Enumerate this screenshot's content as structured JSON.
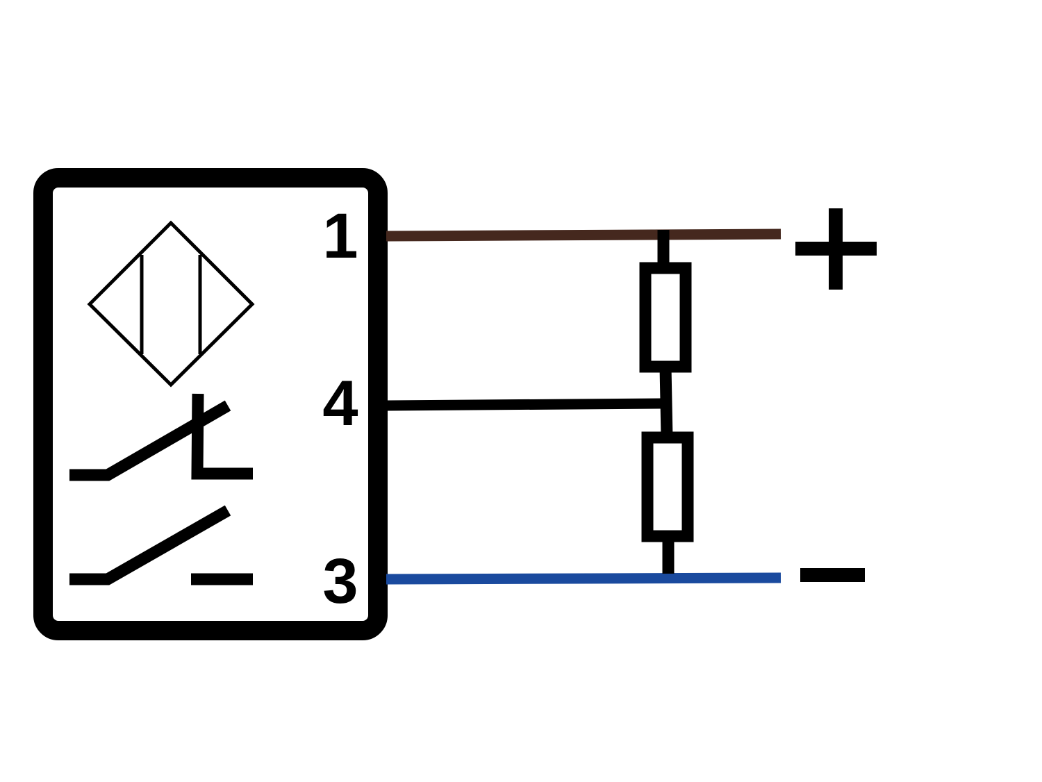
{
  "pins": {
    "pin1": "1",
    "pin4": "4",
    "pin3": "3"
  },
  "polarity": {
    "positive": "+",
    "negative": "−"
  },
  "colors": {
    "background": "#ffffff",
    "outline": "#000000",
    "wire_brown": "#45281e",
    "wire_blue": "#1a4a9e",
    "wire_black": "#000000"
  },
  "symbols": {
    "sensor": "inductive-sensor-icon",
    "normally_closed_contact": "nc-contact-icon",
    "normally_open_contact": "no-contact-icon",
    "resistor": "resistor-icon"
  }
}
